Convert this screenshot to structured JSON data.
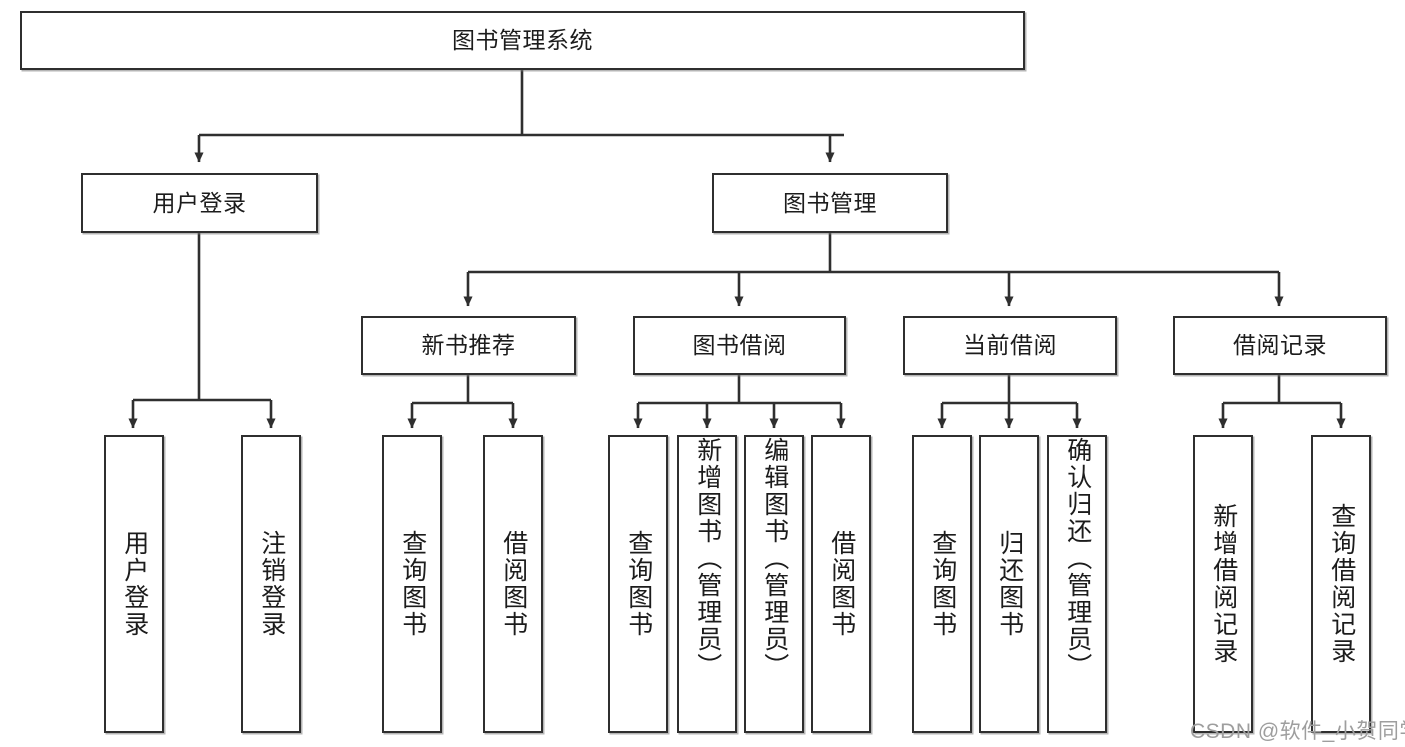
{
  "diagram": {
    "title_node": {
      "id": "root",
      "label": "图书管理系统"
    },
    "level2": [
      {
        "id": "user-login",
        "label": "用户登录"
      },
      {
        "id": "book-manage",
        "label": "图书管理"
      }
    ],
    "level3": [
      {
        "id": "new-book-rec",
        "label": "新书推荐"
      },
      {
        "id": "book-borrow",
        "label": "图书借阅"
      },
      {
        "id": "current-borrow",
        "label": "当前借阅"
      },
      {
        "id": "borrow-record",
        "label": "借阅记录"
      }
    ],
    "leaves": [
      {
        "id": "leaf-user-login",
        "label": "用户登录",
        "align": "center"
      },
      {
        "id": "leaf-logout",
        "label": "注销登录",
        "align": "center"
      },
      {
        "id": "leaf-query-book-1",
        "label": "查询图书",
        "align": "center"
      },
      {
        "id": "leaf-borrow-book-1",
        "label": "借阅图书",
        "align": "center"
      },
      {
        "id": "leaf-query-book-2",
        "label": "查询图书",
        "align": "center"
      },
      {
        "id": "leaf-add-book",
        "label": "新增图书（管理员）",
        "align": "top"
      },
      {
        "id": "leaf-edit-book",
        "label": "编辑图书（管理员）",
        "align": "top"
      },
      {
        "id": "leaf-borrow-book-2",
        "label": "借阅图书",
        "align": "center"
      },
      {
        "id": "leaf-query-book-3",
        "label": "查询图书",
        "align": "center"
      },
      {
        "id": "leaf-return-book",
        "label": "归还图书",
        "align": "center"
      },
      {
        "id": "leaf-confirm-return",
        "label": "确认归还（管理员）",
        "align": "top"
      },
      {
        "id": "leaf-add-record",
        "label": "新增借阅记录",
        "align": "center"
      },
      {
        "id": "leaf-query-record",
        "label": "查询借阅记录",
        "align": "center"
      }
    ]
  },
  "watermark": {
    "text": "CSDN @软件_小贺同学"
  },
  "colors": {
    "stroke": "#2f2f2f",
    "fill": "#ffffff",
    "text": "#1c1c1c",
    "watermark": "#9e9e9e"
  }
}
